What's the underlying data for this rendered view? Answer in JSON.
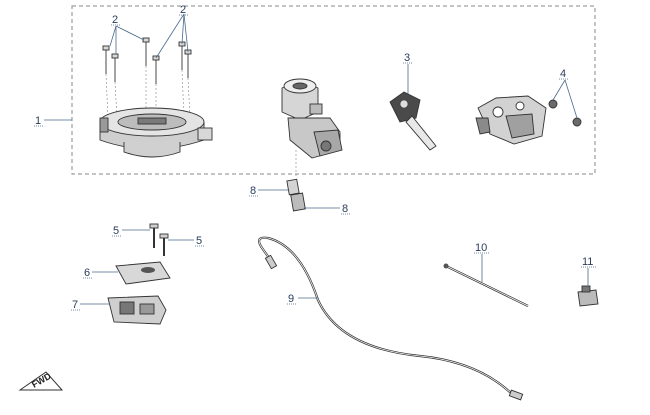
{
  "colors": {
    "leader": "#4a6a8a",
    "label": "#2a3c5a",
    "part_fill": "#e6e6e6",
    "part_dark": "#555555",
    "group_border": "#8a8a8a"
  },
  "callouts": [
    {
      "id": "c1",
      "text": "1"
    },
    {
      "id": "c2a",
      "text": "2"
    },
    {
      "id": "c2b",
      "text": "2"
    },
    {
      "id": "c3",
      "text": "3"
    },
    {
      "id": "c4",
      "text": "4"
    },
    {
      "id": "c5a",
      "text": "5"
    },
    {
      "id": "c5b",
      "text": "5"
    },
    {
      "id": "c6",
      "text": "6"
    },
    {
      "id": "c7",
      "text": "7"
    },
    {
      "id": "c8a",
      "text": "8"
    },
    {
      "id": "c8b",
      "text": "8"
    },
    {
      "id": "c9",
      "text": "9"
    },
    {
      "id": "c10",
      "text": "10"
    },
    {
      "id": "c11",
      "text": "11"
    }
  ],
  "fwd_marker": {
    "text": "FWD",
    "icon": "forward-arrow-icon"
  }
}
